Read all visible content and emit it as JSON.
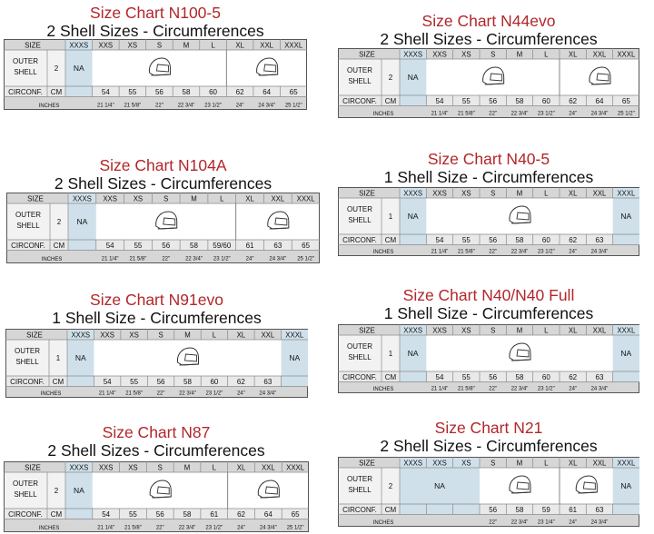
{
  "row_labels": {
    "size": "SIZE",
    "outer": "OUTER",
    "shell": "SHELL",
    "circonf": "CIRCONF.",
    "cm": "CM",
    "inches": "INCHES"
  },
  "colors": {
    "title": "#b2262a",
    "shade": "#cfe0ea",
    "grid": "#8a8a8a",
    "stripe": "#d6d6d6"
  },
  "icon": "helmet-icon",
  "charts": [
    {
      "title": "Size Chart N100-5",
      "subtitle": "2 Shell Sizes - Circumferences",
      "shells": "2",
      "sizes": [
        "XXXS",
        "XXS",
        "XS",
        "S",
        "M",
        "L",
        "XL",
        "XXL",
        "XXXL"
      ],
      "cm": [
        "",
        "54",
        "55",
        "56",
        "58",
        "60",
        "62",
        "64",
        "65"
      ],
      "inches": [
        "",
        "21 1/4\"",
        "21 5/8\"",
        "22\"",
        "22 3/4\"",
        "23 1/2\"",
        "24\"",
        "24 3/4\"",
        "25 1/2\""
      ],
      "na": [
        {
          "from": 0,
          "to": 0,
          "label": "NA"
        }
      ],
      "helmets": [
        {
          "from": 1,
          "to": 5
        },
        {
          "from": 6,
          "to": 8
        }
      ],
      "dividers": [
        5
      ]
    },
    {
      "title": "Size Chart N44evo",
      "subtitle": "2 Shell Sizes - Circumferences",
      "shells": "2",
      "sizes": [
        "XXXS",
        "XXS",
        "XS",
        "S",
        "M",
        "L",
        "XL",
        "XXL",
        "XXXL"
      ],
      "cm": [
        "",
        "54",
        "55",
        "56",
        "58",
        "60",
        "62",
        "64",
        "65"
      ],
      "inches": [
        "",
        "21 1/4\"",
        "21 5/8\"",
        "22\"",
        "22 3/4\"",
        "23 1/2\"",
        "24\"",
        "24 3/4\"",
        "25 1/2\""
      ],
      "na": [
        {
          "from": 0,
          "to": 0,
          "label": "NA"
        }
      ],
      "helmets": [
        {
          "from": 1,
          "to": 5
        },
        {
          "from": 6,
          "to": 8
        }
      ],
      "dividers": [
        5
      ]
    },
    {
      "title": "Size Chart N104A",
      "subtitle": "2 Shell Sizes - Circumferences",
      "shells": "2",
      "sizes": [
        "XXXS",
        "XXS",
        "XS",
        "S",
        "M",
        "L",
        "XL",
        "XXL",
        "XXXL"
      ],
      "cm": [
        "",
        "54",
        "55",
        "56",
        "58",
        "59/60",
        "61",
        "63",
        "65"
      ],
      "inches": [
        "",
        "21 1/4\"",
        "21 5/8\"",
        "22\"",
        "22 3/4\"",
        "23 1/2\"",
        "24\"",
        "24 3/4\"",
        "25 1/2\""
      ],
      "na": [
        {
          "from": 0,
          "to": 0,
          "label": "NA"
        }
      ],
      "helmets": [
        {
          "from": 1,
          "to": 5
        },
        {
          "from": 6,
          "to": 8
        }
      ],
      "dividers": [
        5
      ]
    },
    {
      "title": "Size Chart N40-5",
      "subtitle": "1 Shell Size - Circumferences",
      "shells": "1",
      "sizes": [
        "XXXS",
        "XXS",
        "XS",
        "S",
        "M",
        "L",
        "XL",
        "XXL",
        "XXXL"
      ],
      "cm": [
        "",
        "54",
        "55",
        "56",
        "58",
        "60",
        "62",
        "63",
        ""
      ],
      "inches": [
        "",
        "21 1/4\"",
        "21 5/8\"",
        "22\"",
        "22 3/4\"",
        "23 1/2\"",
        "24\"",
        "24 3/4\"",
        ""
      ],
      "na": [
        {
          "from": 0,
          "to": 0,
          "label": "NA"
        },
        {
          "from": 8,
          "to": 8,
          "label": "NA"
        }
      ],
      "helmets": [
        {
          "from": 1,
          "to": 7
        }
      ],
      "dividers": []
    },
    {
      "title": "Size Chart N91evo",
      "subtitle": "1 Shell Size - Circumferences",
      "shells": "1",
      "sizes": [
        "XXXS",
        "XXS",
        "XS",
        "S",
        "M",
        "L",
        "XL",
        "XXL",
        "XXXL"
      ],
      "cm": [
        "",
        "54",
        "55",
        "56",
        "58",
        "60",
        "62",
        "63",
        ""
      ],
      "inches": [
        "",
        "21 1/4\"",
        "21 5/8\"",
        "22\"",
        "22 3/4\"",
        "23 1/2\"",
        "24\"",
        "24 3/4\"",
        ""
      ],
      "na": [
        {
          "from": 0,
          "to": 0,
          "label": "NA"
        },
        {
          "from": 8,
          "to": 8,
          "label": "NA"
        }
      ],
      "helmets": [
        {
          "from": 1,
          "to": 7
        }
      ],
      "dividers": []
    },
    {
      "title": "Size Chart N40/N40 Full",
      "subtitle": "1 Shell Size - Circumferences",
      "shells": "1",
      "sizes": [
        "XXXS",
        "XXS",
        "XS",
        "S",
        "M",
        "L",
        "XL",
        "XXL",
        "XXXL"
      ],
      "cm": [
        "",
        "54",
        "55",
        "56",
        "58",
        "60",
        "62",
        "63",
        ""
      ],
      "inches": [
        "",
        "21 1/4\"",
        "21 5/8\"",
        "22\"",
        "22 3/4\"",
        "23 1/2\"",
        "24\"",
        "24 3/4\"",
        ""
      ],
      "na": [
        {
          "from": 0,
          "to": 0,
          "label": "NA"
        },
        {
          "from": 8,
          "to": 8,
          "label": "NA"
        }
      ],
      "helmets": [
        {
          "from": 1,
          "to": 7
        }
      ],
      "dividers": []
    },
    {
      "title": "Size Chart N87",
      "subtitle": "2 Shell Sizes - Circumferences",
      "shells": "2",
      "sizes": [
        "XXXS",
        "XXS",
        "XS",
        "S",
        "M",
        "L",
        "XL",
        "XXL",
        "XXXL"
      ],
      "cm": [
        "",
        "54",
        "55",
        "56",
        "58",
        "61",
        "62",
        "64",
        "65"
      ],
      "inches": [
        "",
        "21 1/4\"",
        "21 5/8\"",
        "22\"",
        "22 3/4\"",
        "23 1/2\"",
        "24\"",
        "24 3/4\"",
        "25 1/2\""
      ],
      "na": [
        {
          "from": 0,
          "to": 0,
          "label": "NA"
        }
      ],
      "helmets": [
        {
          "from": 1,
          "to": 5
        },
        {
          "from": 6,
          "to": 8
        }
      ],
      "dividers": [
        5
      ]
    },
    {
      "title": "Size Chart N21",
      "subtitle": "2 Shell Sizes - Circumferences",
      "shells": "2",
      "sizes": [
        "XXXS",
        "XXS",
        "XS",
        "S",
        "M",
        "L",
        "XL",
        "XXL",
        "XXXL"
      ],
      "cm": [
        "",
        "",
        "",
        "56",
        "58",
        "59",
        "61",
        "63",
        ""
      ],
      "inches": [
        "",
        "",
        "",
        "22\"",
        "22 3/4\"",
        "23 1/4\"",
        "24\"",
        "24 3/4\"",
        ""
      ],
      "na": [
        {
          "from": 0,
          "to": 2,
          "label": "NA"
        },
        {
          "from": 8,
          "to": 8,
          "label": "NA"
        }
      ],
      "helmets": [
        {
          "from": 3,
          "to": 5
        },
        {
          "from": 6,
          "to": 7
        }
      ],
      "dividers": [
        5
      ]
    }
  ]
}
